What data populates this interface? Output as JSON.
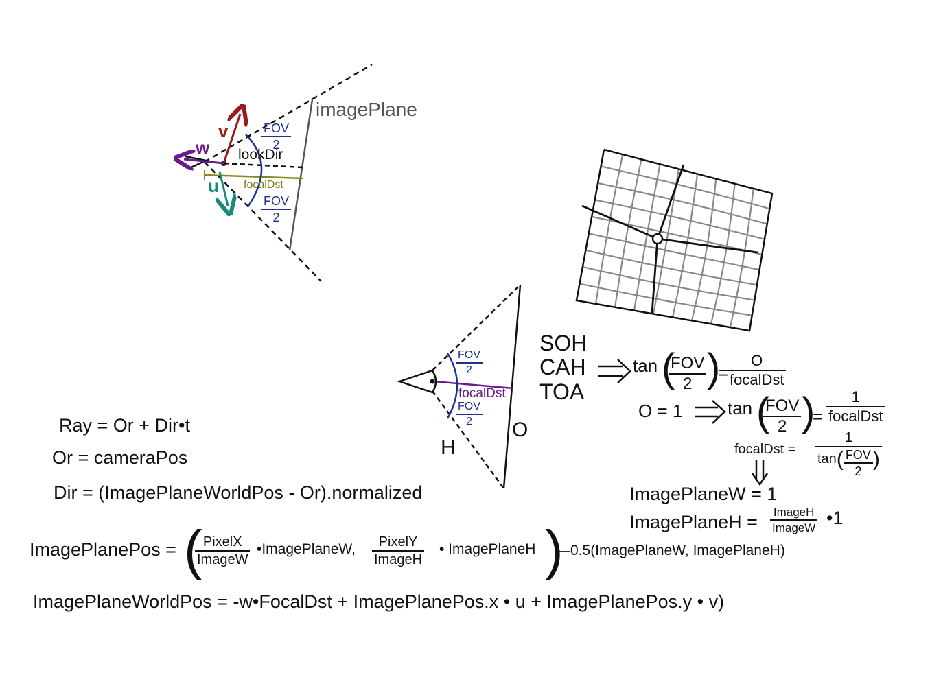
{
  "camera": {
    "image_plane": "imagePlane",
    "look_dir": "lookDir",
    "focal_dst": "focalDst",
    "fov_num": "FOV",
    "fov_den": "2",
    "w": "w",
    "v": "v",
    "u": "u"
  },
  "triangle": {
    "fov_num": "FOV",
    "fov_den": "2",
    "focal_dst": "focalDst",
    "h": "H",
    "o": "O"
  },
  "soh": {
    "l1": "SOH",
    "l2": "CAH",
    "l3": "TOA"
  },
  "trig": {
    "tan1": "tan",
    "fov": "FOV",
    "two": "2",
    "o_num": "O",
    "focal_den": "focalDst",
    "o_eq": "O = 1",
    "tan2": "tan",
    "one": "1",
    "focal_lhs": "focalDst =",
    "tan3": "tan",
    "plane_w": "ImagePlaneW = 1",
    "plane_h": "ImagePlaneH =",
    "img_h": "ImageH",
    "img_w": "ImageW",
    "times_one": "•1"
  },
  "equations": {
    "ray": "Ray = Or + Dir•t",
    "or": "Or = cameraPos",
    "dir": "Dir = (ImagePlaneWorldPos - Or).normalized",
    "ipp_lhs": "ImagePlanePos =",
    "pixel_x": "PixelX",
    "image_w": "ImageW",
    "ipw_term": "•ImagePlaneW,",
    "pixel_y": "PixelY",
    "image_h": "ImageH",
    "iph_term": "•  ImagePlaneH",
    "ipp_tail": "—0.5(ImagePlaneW, ImagePlaneH)",
    "world": "ImagePlaneWorldPos = -w•FocalDst + ImagePlanePos.x • u + ImagePlanePos.y • v)"
  },
  "colors": {
    "ink": "#111111",
    "blue": "#1f2f8f",
    "purple": "#6a1b8a",
    "olive": "#8a8a1a",
    "teal": "#1a8a7a",
    "red": "#9a1a1a",
    "gray": "#777777"
  }
}
